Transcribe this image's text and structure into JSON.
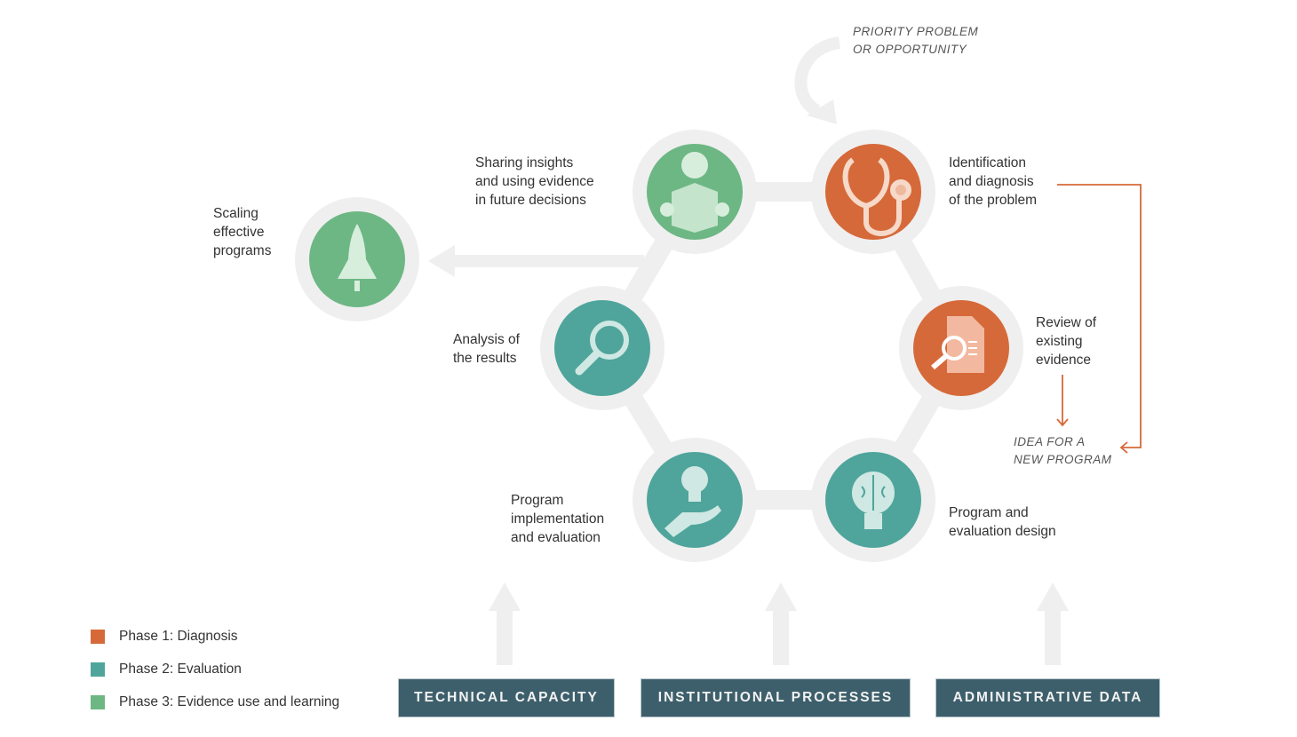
{
  "colors": {
    "phase1": "#D6693A",
    "phase2": "#4FA59B",
    "phase3": "#6DB784",
    "box": "#3D5F6B",
    "ring": "#EFEFEF",
    "arrow": "#D6693A"
  },
  "annotations": {
    "priority": [
      "PRIORITY PROBLEM",
      "OR OPPORTUNITY"
    ],
    "idea": [
      "IDEA FOR A",
      "NEW PROGRAM"
    ]
  },
  "steps": [
    {
      "id": "identification",
      "lines": [
        "Identification",
        "and diagnosis",
        "of the problem"
      ],
      "phase": 1,
      "icon": "stethoscope-icon"
    },
    {
      "id": "review",
      "lines": [
        "Review of",
        "existing",
        "evidence"
      ],
      "phase": 1,
      "icon": "document-search-icon"
    },
    {
      "id": "design",
      "lines": [
        "Program and",
        "evaluation design"
      ],
      "phase": 2,
      "icon": "brain-lightbulb-icon"
    },
    {
      "id": "implementation",
      "lines": [
        "Program",
        "implementation",
        "and evaluation"
      ],
      "phase": 2,
      "icon": "hand-lightbulb-icon"
    },
    {
      "id": "analysis",
      "lines": [
        "Analysis of",
        "the results"
      ],
      "phase": 2,
      "icon": "magnifier-icon"
    },
    {
      "id": "sharing",
      "lines": [
        "Sharing insights",
        "and using evidence",
        "in future decisions"
      ],
      "phase": 3,
      "icon": "person-reading-icon"
    },
    {
      "id": "scaling",
      "lines": [
        "Scaling",
        "effective",
        "programs"
      ],
      "phase": 3,
      "icon": "rocket-icon"
    }
  ],
  "foundations": [
    "TECHNICAL CAPACITY",
    "INSTITUTIONAL PROCESSES",
    "ADMINISTRATIVE DATA"
  ],
  "legend": [
    "Phase 1: Diagnosis",
    "Phase 2: Evaluation",
    "Phase 3: Evidence use and learning"
  ]
}
